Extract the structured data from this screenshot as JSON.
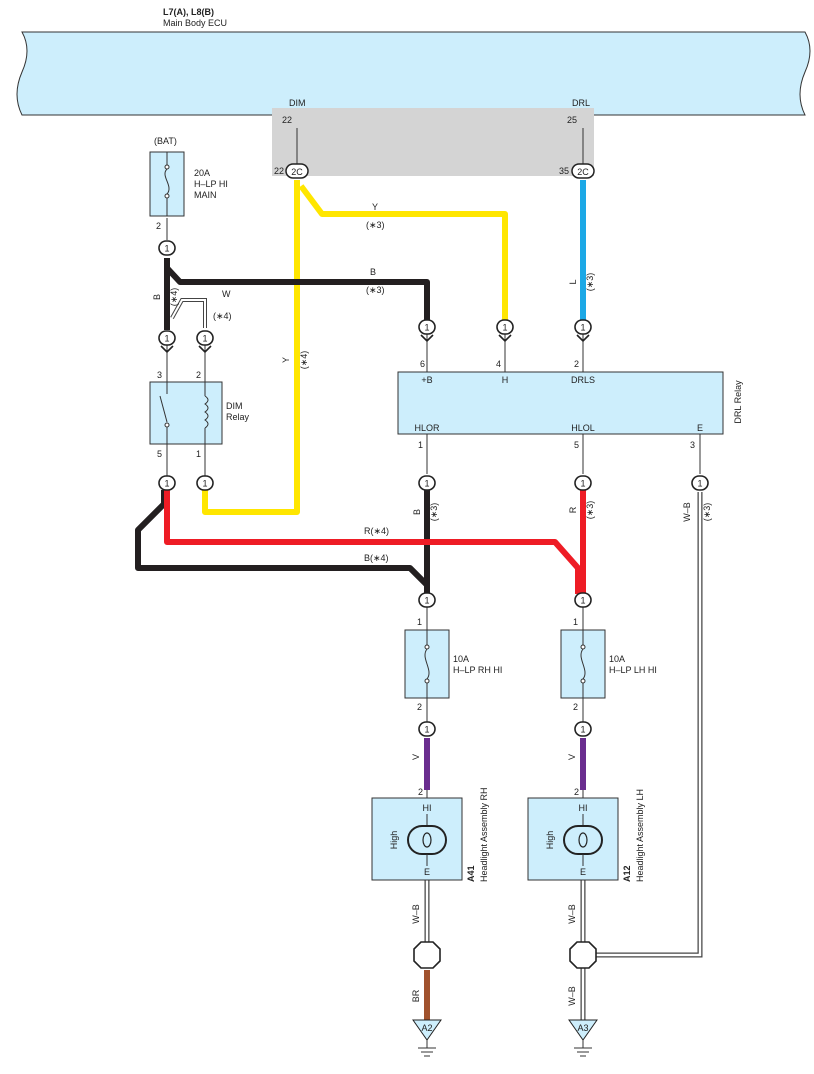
{
  "ecu": {
    "title": "L7(A), L8(B)",
    "name": "Main Body ECU",
    "pins": {
      "dim": {
        "label": "DIM",
        "top_pin": "22",
        "bottom_pin": "22",
        "connector": "2C"
      },
      "drl": {
        "label": "DRL",
        "top_pin": "25",
        "bottom_pin": "35",
        "connector": "2C"
      }
    }
  },
  "fuses": {
    "main": {
      "source": "(BAT)",
      "rating": "20A",
      "name_line1": "H–LP HI",
      "name_line2": "MAIN",
      "pin": "2"
    },
    "rh": {
      "rating": "10A",
      "name": "H–LP RH HI",
      "pin_top": "1",
      "pin_bottom": "2"
    },
    "lh": {
      "rating": "10A",
      "name": "H–LP LH HI",
      "pin_top": "1",
      "pin_bottom": "2"
    }
  },
  "dim_relay": {
    "name_line1": "DIM",
    "name_line2": "Relay",
    "pins": [
      "3",
      "2",
      "5",
      "1"
    ]
  },
  "drl_relay": {
    "name": "DRL Relay",
    "pins_top": [
      {
        "label": "+B",
        "pin": "6"
      },
      {
        "label": "H",
        "pin": "4"
      },
      {
        "label": "DRLS",
        "pin": "2"
      }
    ],
    "pins_bottom": [
      {
        "label": "HLOR",
        "pin": "1"
      },
      {
        "label": "HLOL",
        "pin": "5"
      },
      {
        "label": "E",
        "pin": "3"
      }
    ]
  },
  "headlights": {
    "rh": {
      "id": "A41",
      "name": "Headlight Assembly RH",
      "pin_hi": "2",
      "label_hi": "HI",
      "label_e": "E",
      "mode": "High"
    },
    "lh": {
      "id": "A12",
      "name": "Headlight Assembly LH",
      "pin_hi": "2",
      "label_hi": "HI",
      "label_e": "E",
      "mode": "High"
    }
  },
  "junction": "1",
  "wires": {
    "y": "Y",
    "y_note": "(∗3)",
    "y_vert_note": "(∗4)",
    "b": "B",
    "b_note": "(∗3)",
    "b_left": "B",
    "b_left_note": "(∗4)",
    "w": "W",
    "w_note": "(∗4)",
    "l": "L",
    "l_note": "(∗3)",
    "r": "R",
    "r_note": "(∗3)",
    "r4": "R(∗4)",
    "b4": "B(∗4)",
    "b_rh": "B",
    "b_rh_note": "(∗3)",
    "wb": "W–B",
    "wb_note": "(∗3)",
    "v_rh": "V",
    "v_lh": "V",
    "wb_rh": "W–B",
    "wb_lh": "W–B",
    "br": "BR",
    "wb_lh2": "W–B"
  },
  "grounds": {
    "rh": "A2",
    "lh": "A3"
  },
  "colors": {
    "yellow": "#ffe600",
    "blue": "#1ca8e6",
    "black": "#231f20",
    "red": "#ee1c25",
    "violet": "#6a2d8f",
    "brown": "#a0522d",
    "ecu_fill": "#cdeefc",
    "gray_block": "#d4d4d4"
  }
}
